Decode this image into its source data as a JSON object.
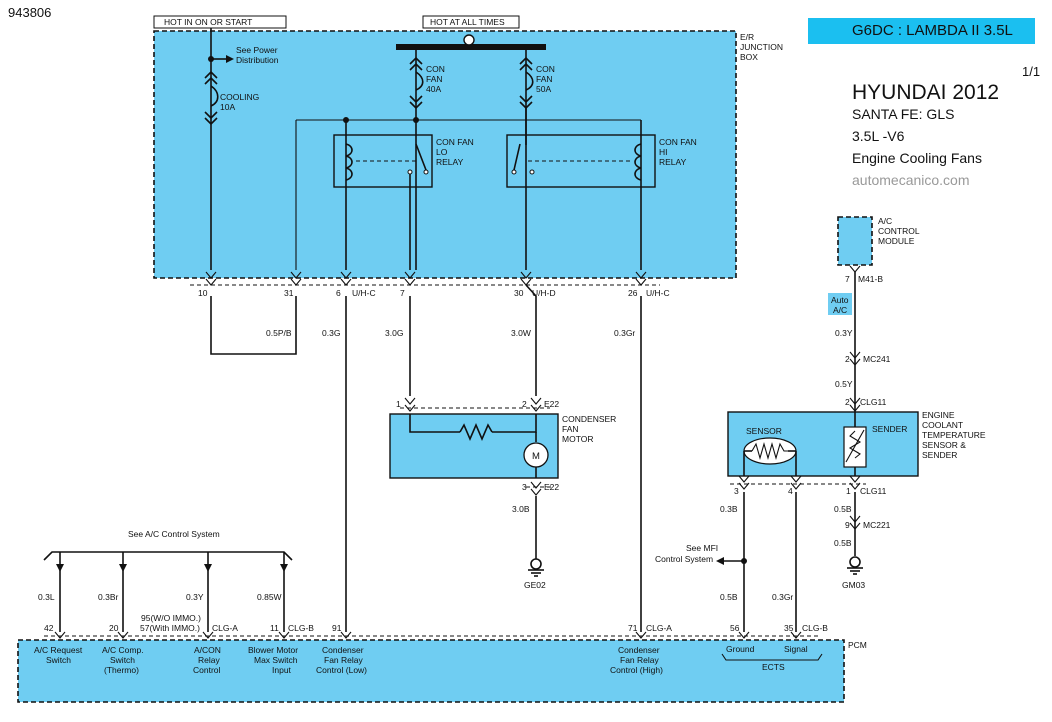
{
  "doc_id": "943806",
  "engine_badge": "G6DC : LAMBDA II 3.5L",
  "page": "1/1",
  "title": {
    "line1": "HYUNDAI 2012",
    "line2": "SANTA FE: GLS",
    "line3": "3.5L -V6",
    "line4": "Engine Cooling Fans",
    "watermark": "automecanico.com"
  },
  "colors": {
    "box_fill": "#6fcdf2",
    "line": "#111111"
  },
  "labels": {
    "hot_on_start": "HOT IN ON OR START",
    "hot_all_times": "HOT AT ALL TIMES",
    "junction_box_1": "E/R",
    "junction_box_2": "JUNCTION",
    "junction_box_3": "BOX",
    "see_power_1": "See Power",
    "see_power_2": "Distribution",
    "cooling_fuse_1": "COOLING",
    "cooling_fuse_2": "10A",
    "con_fan_40_1": "CON",
    "con_fan_40_2": "FAN",
    "con_fan_40_3": "40A",
    "con_fan_50_1": "CON",
    "con_fan_50_2": "FAN",
    "con_fan_50_3": "50A",
    "lo_relay_1": "CON FAN",
    "lo_relay_2": "LO",
    "lo_relay_3": "RELAY",
    "hi_relay_1": "CON FAN",
    "hi_relay_2": "HI",
    "hi_relay_3": "RELAY",
    "pin_10": "10",
    "pin_31": "31",
    "pin_6": "6",
    "uhc_6": "U/H-C",
    "pin_7": "7",
    "pin_30": "30",
    "uhd_30": "U/H-D",
    "pin_26": "26",
    "uhc_26": "U/H-C",
    "wire_05pb": "0.5P/B",
    "wire_03g": "0.3G",
    "wire_30g": "3.0G",
    "wire_30w": "3.0W",
    "wire_03gr": "0.3Gr",
    "cond_pin_1": "1",
    "cond_pin_2": "2",
    "e22_top": "E22",
    "cond_motor_1": "CONDENSER",
    "cond_motor_2": "FAN",
    "cond_motor_3": "MOTOR",
    "motor_m": "M",
    "cond_pin_3": "3",
    "e22_bottom": "E22",
    "wire_30b": "3.0B",
    "ge02": "GE02",
    "acm_1": "A/C",
    "acm_2": "CONTROL",
    "acm_3": "MODULE",
    "acm_pin_7": "7",
    "m41b": "M41-B",
    "auto_ac_1": "Auto",
    "auto_ac_2": "A/C",
    "wire_03y": "0.3Y",
    "mc241_pin": "2",
    "mc241": "MC241",
    "wire_05y": "0.5Y",
    "clg11_pin": "2",
    "clg11_top": "CLG11",
    "ect_1": "ENGINE",
    "ect_2": "COOLANT",
    "ect_3": "TEMPERATURE",
    "ect_4": "SENSOR &",
    "ect_5": "SENDER",
    "sensor": "SENSOR",
    "sender": "SENDER",
    "ect_pin_3": "3",
    "ect_pin_4": "4",
    "ect_pin_1": "1",
    "clg11_bottom": "CLG11",
    "wire_05b_a": "0.5B",
    "mc221_pin": "9",
    "mc221": "MC221",
    "wire_05b_b": "0.5B",
    "gm03": "GM03",
    "wire_03b": "0.3B",
    "see_mfi_1": "See MFI",
    "see_mfi_2": "Control System",
    "wire_05b_c": "0.5B",
    "wire_03gr_b": "0.3Gr",
    "see_ac": "See A/C Control System",
    "wire_03l": "0.3L",
    "wire_03br": "0.3Br",
    "wire_03y_b": "0.3Y",
    "wire_085w": "0.85W",
    "pin_95_1": "95(W/O IMMO.)",
    "pin_95_2": "57(With IMMO.)",
    "pcm_pin_42": "42",
    "pcm_pin_20": "20",
    "clga_1": "CLG-A",
    "pcm_pin_11": "11",
    "clgb_1": "CLG-B",
    "pcm_pin_91": "91",
    "pcm_pin_71": "71",
    "clga_2": "CLG-A",
    "pcm_pin_56": "56",
    "pcm_pin_35": "35",
    "clgb_2": "CLG-B",
    "pcm": "PCM",
    "pcm_ac_req_1": "A/C Request",
    "pcm_ac_req_2": "Switch",
    "pcm_ac_comp_1": "A/C Comp.",
    "pcm_ac_comp_2": "Switch",
    "pcm_ac_comp_3": "(Thermo)",
    "pcm_acon_1": "A/CON",
    "pcm_acon_2": "Relay",
    "pcm_acon_3": "Control",
    "pcm_blower_1": "Blower Motor",
    "pcm_blower_2": "Max Switch",
    "pcm_blower_3": "Input",
    "pcm_cond_low_1": "Condenser",
    "pcm_cond_low_2": "Fan Relay",
    "pcm_cond_low_3": "Control (Low)",
    "pcm_cond_high_1": "Condenser",
    "pcm_cond_high_2": "Fan Relay",
    "pcm_cond_high_3": "Control (High)",
    "pcm_ground": "Ground",
    "pcm_signal": "Signal",
    "pcm_ects": "ECTS"
  }
}
